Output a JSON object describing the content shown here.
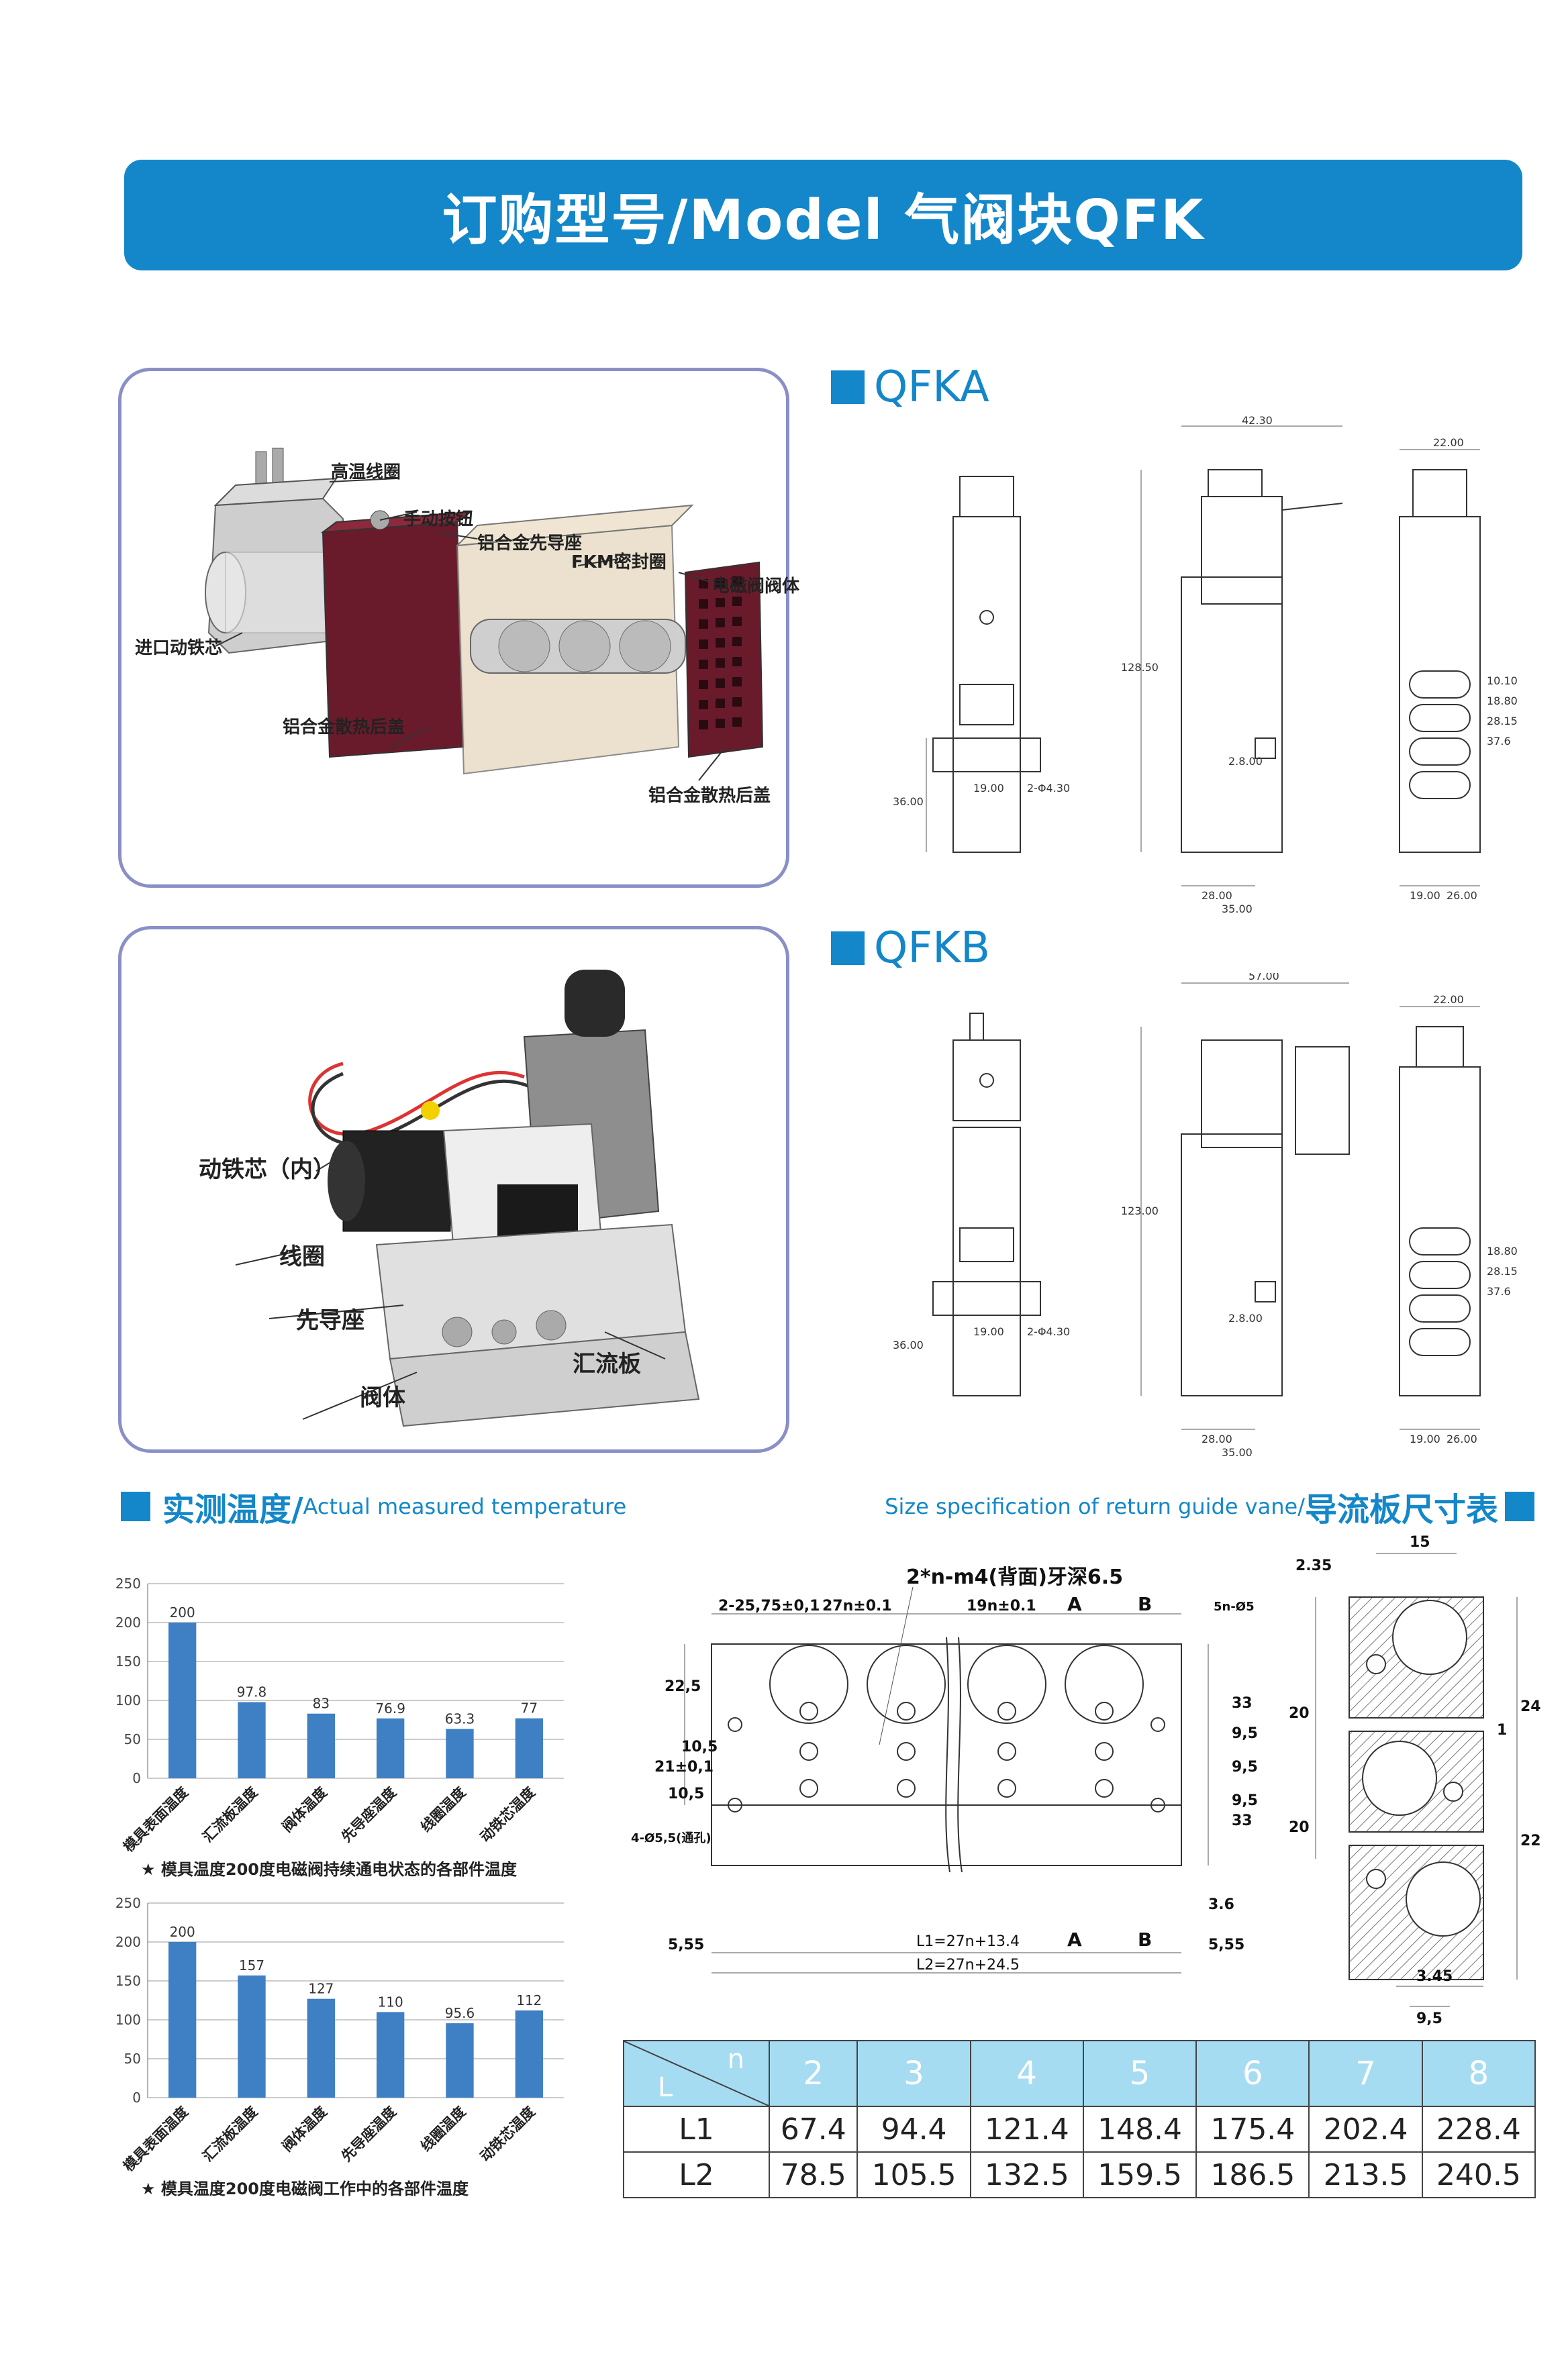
{
  "header": {
    "title": "订购型号/Model 气阀块QFK"
  },
  "photo_a": {
    "callouts": [
      "高温线圈",
      "手动按钮",
      "铝合金先导座",
      "FKM密封圈",
      "电磁阀阀体",
      "进口动铁芯",
      "铝合金散热后盖",
      "铝合金散热后盖"
    ]
  },
  "photo_b": {
    "callouts": [
      "动铁芯（内）",
      "线圈",
      "先导座",
      "阀体",
      "汇流板"
    ]
  },
  "qfka": {
    "title": "QFKA",
    "dims": [
      "42.30",
      "22.00",
      "128.50",
      "10.10",
      "18.80",
      "28.15",
      "37.6",
      "2.8.00",
      "19.00",
      "2-Φ4.30",
      "36.00",
      "28.00",
      "35.00",
      "19.00",
      "26.00"
    ]
  },
  "qfkb": {
    "title": "QFKB",
    "dims": [
      "57.00",
      "22.00",
      "123.00",
      "18.80",
      "28.15",
      "37.6",
      "2.8.00",
      "19.00",
      "2-Φ4.30",
      "36.00",
      "28.00",
      "35.00",
      "19.00",
      "26.00"
    ]
  },
  "temp_section": {
    "title_cn": "实测温度/",
    "title_en": "Actual measured temperature"
  },
  "size_section": {
    "title_en": "Size specification of return guide vane/",
    "title_cn": "导流板尺寸表"
  },
  "chart_data": [
    {
      "type": "bar",
      "categories": [
        "模具表面温度",
        "汇流板温度",
        "阀体温度",
        "先导座温度",
        "线圈温度",
        "动铁芯温度"
      ],
      "values": [
        200,
        97.8,
        83,
        76.9,
        63.3,
        77
      ],
      "value_labels": [
        "200",
        "97.8",
        "83",
        "76.9",
        "63.3",
        "77"
      ],
      "ylim": [
        0,
        250
      ],
      "yticks": [
        "0",
        "50",
        "100",
        "150",
        "200",
        "250"
      ],
      "note": "★ 模具温度200度电磁阀持续通电状态的各部件温度",
      "color": "#3f7fc4",
      "grid": true
    },
    {
      "type": "bar",
      "categories": [
        "模具表面温度",
        "汇流板温度",
        "阀体温度",
        "先导座温度",
        "线圈温度",
        "动铁芯温度"
      ],
      "values": [
        200,
        157,
        127,
        110,
        95.6,
        112
      ],
      "value_labels": [
        "200",
        "157",
        "127",
        "110",
        "95.6",
        "112"
      ],
      "ylim": [
        0,
        250
      ],
      "yticks": [
        "0",
        "50",
        "100",
        "150",
        "200",
        "250"
      ],
      "note": "★ 模具温度200度电磁阀工作中的各部件温度",
      "color": "#3f7fc4",
      "grid": true
    }
  ],
  "manifold_drawing": {
    "labels": [
      "2*n-m4(背面)牙深6.5",
      "2-25,75±0,1",
      "27n±0.1",
      "19n±0.1",
      "A",
      "B",
      "5n-Ø5",
      "22,5",
      "33",
      "10,5",
      "21±0,1",
      "9,5",
      "9,5",
      "10,5",
      "9,5",
      "33",
      "4-Ø5,5(通孔)",
      "3.6",
      "5,55",
      "L1=27n+13.4",
      "A",
      "B",
      "5,55",
      "L2=27n+24.5"
    ]
  },
  "section_drawing": {
    "labels": [
      "15",
      "2.35",
      "24",
      "20",
      "1",
      "20",
      "22",
      "3.45",
      "9,5"
    ]
  },
  "size_table": {
    "corner_top": "n",
    "corner_bottom": "L",
    "n_values": [
      "2",
      "3",
      "4",
      "5",
      "6",
      "7",
      "8"
    ],
    "rows": [
      {
        "label": "L1",
        "values": [
          "67.4",
          "94.4",
          "121.4",
          "148.4",
          "175.4",
          "202.4",
          "228.4"
        ]
      },
      {
        "label": "L2",
        "values": [
          "78.5",
          "105.5",
          "132.5",
          "159.5",
          "186.5",
          "213.5",
          "240.5"
        ]
      }
    ]
  },
  "colors": {
    "accent": "#1387c9",
    "bar": "#3f7fc4",
    "table_header": "#a6dcf2",
    "box_border": "#8a8fc7"
  }
}
